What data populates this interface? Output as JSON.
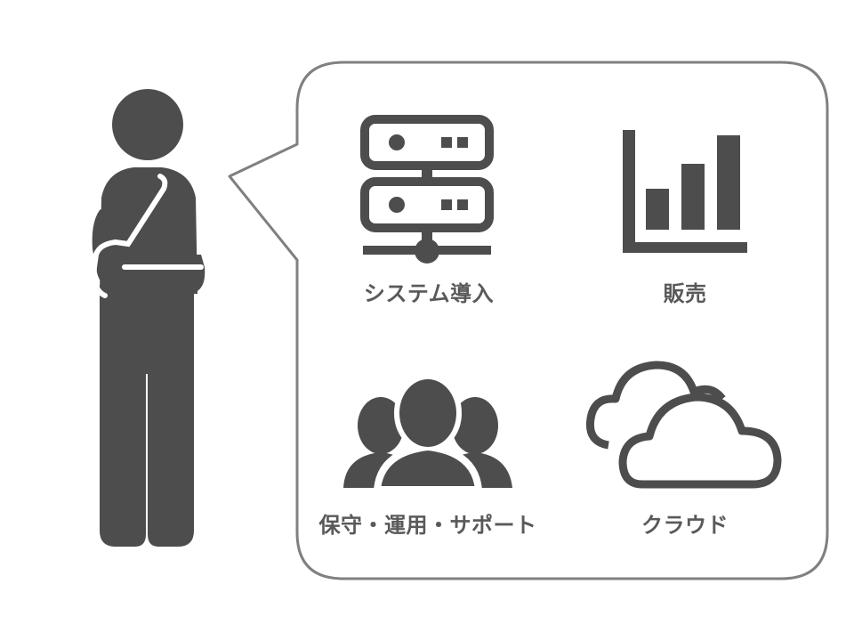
{
  "colors": {
    "icon": "#4d4d4d",
    "bubble_stroke": "#808080",
    "label": "#595959"
  },
  "bubble": {
    "items": [
      {
        "icon": "server-icon",
        "label": "システム導入"
      },
      {
        "icon": "bar-chart-icon",
        "label": "販売"
      },
      {
        "icon": "group-icon",
        "label": "保守・運用・サポート"
      },
      {
        "icon": "cloud-icon",
        "label": "クラウド"
      }
    ]
  },
  "person": {
    "icon": "thinking-person-icon"
  }
}
